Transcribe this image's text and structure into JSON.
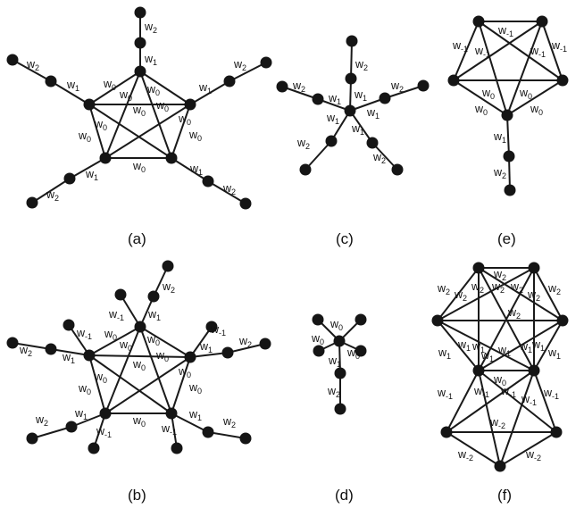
{
  "weights": {
    "w_2": "w2",
    "w_1": "w1",
    "w_0": "w0",
    "w_m1": "w-1",
    "w_m2": "w-2"
  },
  "panels": [
    {
      "id": "a",
      "caption": "(a)"
    },
    {
      "id": "b",
      "caption": "(b)"
    },
    {
      "id": "c",
      "caption": "(c)"
    },
    {
      "id": "d",
      "caption": "(d)"
    },
    {
      "id": "e",
      "caption": "(e)"
    },
    {
      "id": "f",
      "caption": "(f)"
    }
  ]
}
